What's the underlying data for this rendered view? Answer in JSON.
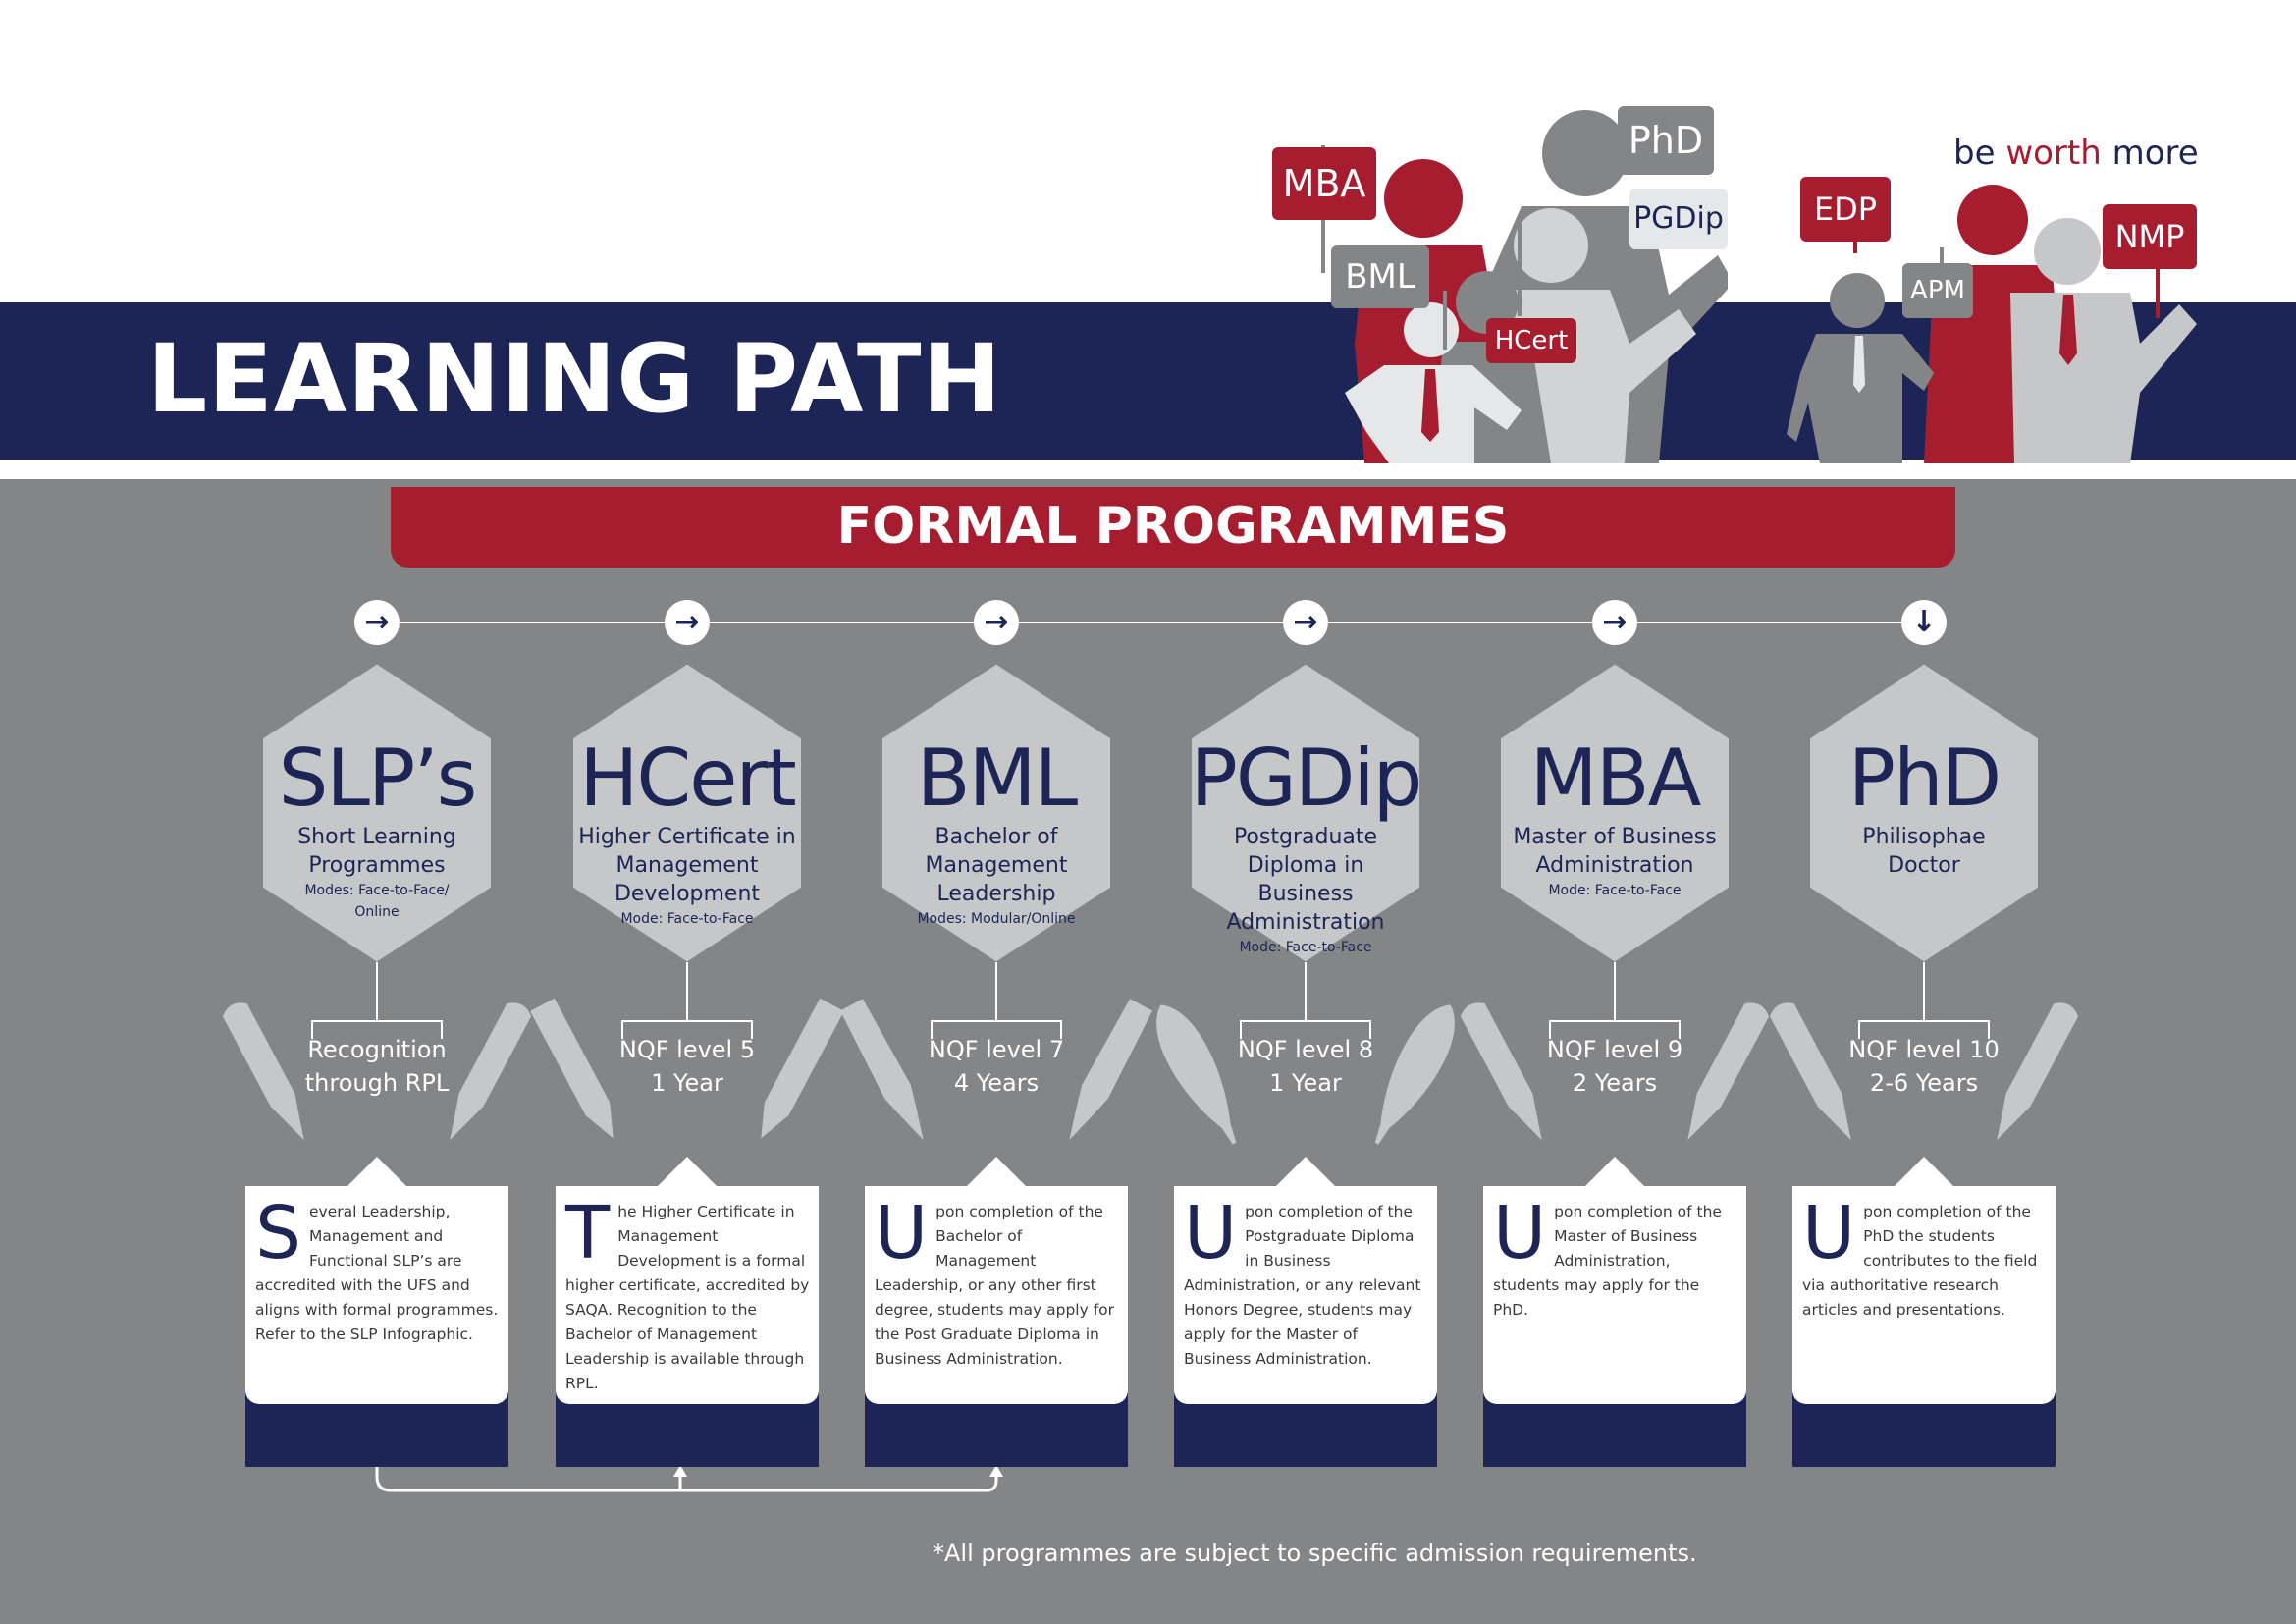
{
  "header": {
    "title": "LEARNING PATH",
    "tagline_pre": "be ",
    "tagline_accent": "worth",
    "tagline_post": " more"
  },
  "illustration": {
    "signs": [
      "MBA",
      "PhD",
      "PGDip",
      "BML",
      "HCert",
      "EDP",
      "APM",
      "NMP"
    ]
  },
  "section_title": "FORMAL PROGRAMMES",
  "programmes": [
    {
      "abbr": "SLP’s",
      "name_lines": [
        "Short Learning",
        "Programmes"
      ],
      "mode_lines": [
        "Modes: Face-to-Face/",
        "Online"
      ],
      "level_lines": [
        "Recognition",
        "through RPL"
      ],
      "dropcap": "S",
      "body": "everal Leadership, Management and Functional SLP’s are accredited with the UFS and aligns with formal programmes. Refer to the SLP Infographic.",
      "arrow": "right",
      "pen": "pen"
    },
    {
      "abbr": "HCert",
      "name_lines": [
        "Higher Certificate in",
        "Management",
        "Development"
      ],
      "mode_lines": [
        "Mode: Face-to-Face"
      ],
      "level_lines": [
        "NQF level 5",
        "1 Year"
      ],
      "dropcap": "T",
      "body": "he Higher Certificate in Management Development is a formal higher certificate, accredited by SAQA.  Recognition to the Bachelor of Management Leadership is available through RPL.",
      "arrow": "right",
      "pen": "pencil"
    },
    {
      "abbr": "BML",
      "name_lines": [
        "Bachelor of Management",
        "Leadership"
      ],
      "mode_lines": [
        "Modes: Modular/Online"
      ],
      "level_lines": [
        "NQF level 7",
        "4 Years"
      ],
      "dropcap": "U",
      "body": "pon completion of the Bachelor of Management Leadership, or any other first degree, students may apply for the Post Graduate Diploma in Business Administration.",
      "arrow": "right",
      "pen": "fountain"
    },
    {
      "abbr": "PGDip",
      "name_lines": [
        "Postgraduate Diploma in",
        "Business Administration"
      ],
      "mode_lines": [
        "Mode: Face-to-Face"
      ],
      "level_lines": [
        "NQF level 8",
        "1 Year"
      ],
      "dropcap": "U",
      "body": "pon completion of the Postgraduate Diploma in Business Administration, or any relevant Honors Degree, students may apply for the Master of Business Administration.",
      "arrow": "right",
      "pen": "quill"
    },
    {
      "abbr": "MBA",
      "name_lines": [
        "Master of Business",
        "Administration"
      ],
      "mode_lines": [
        "Mode: Face-to-Face"
      ],
      "level_lines": [
        "NQF level 9",
        "2 Years"
      ],
      "dropcap": "U",
      "body": "pon completion of the Master of Business Administration, students may apply for the PhD.",
      "arrow": "right",
      "pen": "pen"
    },
    {
      "abbr": "PhD",
      "name_lines": [
        "Philisophae",
        "Doctor"
      ],
      "mode_lines": [],
      "level_lines": [
        "NQF level 10",
        "2-6 Years"
      ],
      "dropcap": "U",
      "body": "pon completion of the PhD the students contributes to the field via authoritative research articles and presentations.",
      "arrow": "down",
      "pen": "pen"
    }
  ],
  "footnote": "*All programmes are subject to specific admission requirements.",
  "colors": {
    "navy": "#1c2556",
    "red": "#a71d30",
    "grey": "#848587",
    "light_grey": "#c6c7c9"
  }
}
